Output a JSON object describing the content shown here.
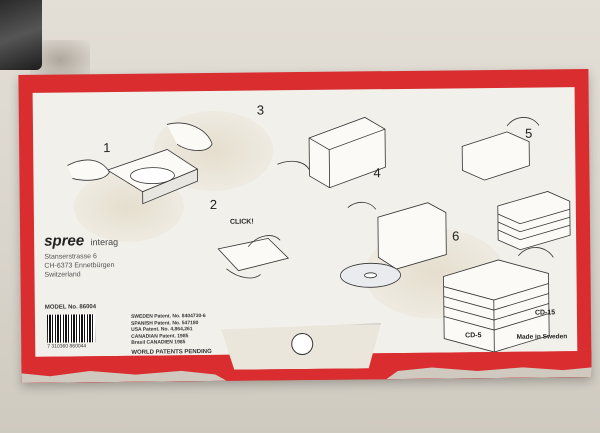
{
  "brand": {
    "logo": "spree",
    "logo_sub": "interag",
    "address": [
      "Stanserstrasse 6",
      "CH-6373 Ennetbürgen",
      "Switzerland"
    ]
  },
  "model": "MODEL No. 86004",
  "barcode_number": "7 310360 860044",
  "patents": [
    "SWEDEN  Patent. No. 8404730-6",
    "SPANISH  Patent. No. 547180",
    "USA  Patent. No. 4,864,261",
    "CANADIAN  Patent. 1985",
    "Brasil  CANADIEN  1985"
  ],
  "patents_pending": "WORLD PATENTS PENDING",
  "steps": [
    "1",
    "2",
    "3",
    "4",
    "5",
    "6"
  ],
  "click": "CLICK!",
  "cd15": "CD-15",
  "cd5": "CD-5",
  "made_in": "Made in Sweden",
  "colors": {
    "box_red": "#d92d2f",
    "panel": "#f2f0ea"
  }
}
